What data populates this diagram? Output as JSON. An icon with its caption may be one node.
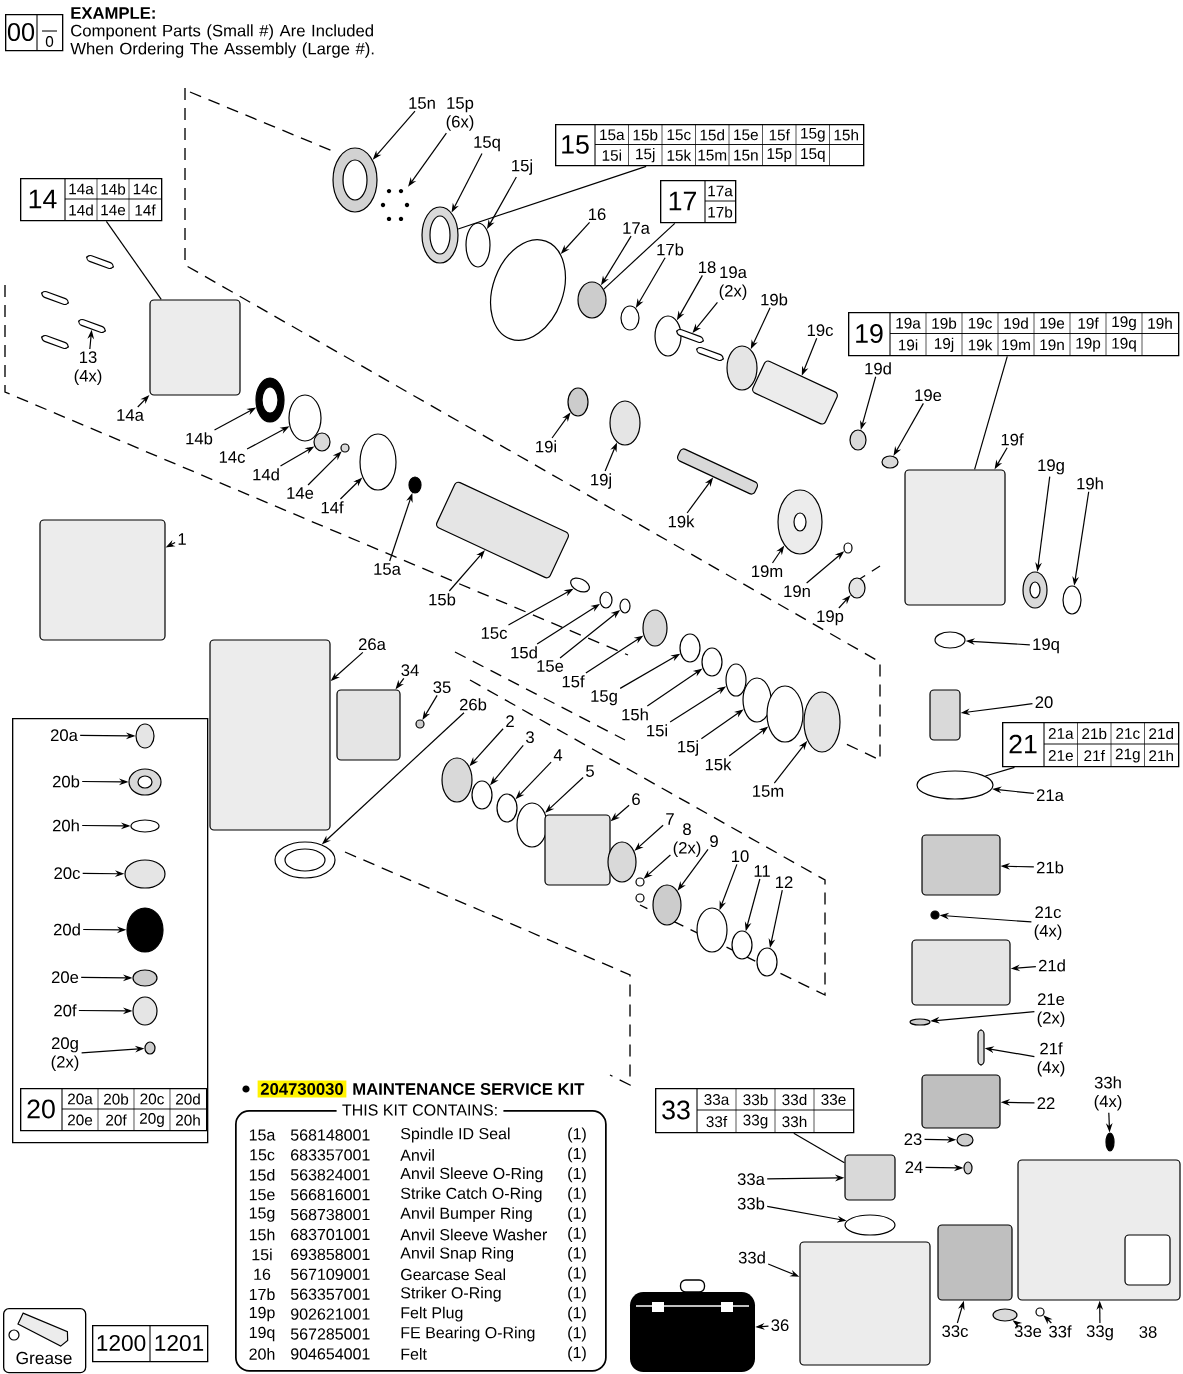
{
  "diagram": {
    "nodes": [
      {
        "text": [
          "00",
          "0"
        ]
      },
      {
        "text": [
          "15",
          "15a",
          "15b",
          "15c",
          "15d",
          "15e",
          "15f",
          "15g",
          "15h",
          "15i",
          "15j",
          "15k",
          "15m",
          "15n",
          "15p",
          "15q"
        ]
      },
      {
        "text": [
          "14",
          "14a",
          "14b",
          "14c",
          "14d",
          "14e",
          "14f"
        ]
      },
      {
        "text": [
          "17",
          "17a",
          "17b"
        ]
      },
      {
        "text": [
          "19",
          "19a",
          "19b",
          "19c",
          "19d",
          "19e",
          "19f",
          "19g",
          "19h",
          "19i",
          "19j",
          "19k",
          "19m",
          "19n",
          "19p",
          "19q"
        ]
      },
      {
        "text": [
          "15n"
        ]
      },
      {
        "text": [
          "15p",
          "(6x)"
        ]
      },
      {
        "text": [
          "15q"
        ]
      },
      {
        "text": [
          "15j"
        ]
      },
      {
        "text": [
          "16"
        ]
      },
      {
        "text": [
          "17a"
        ]
      },
      {
        "text": [
          "17b"
        ]
      },
      {
        "text": [
          "18"
        ]
      },
      {
        "text": [
          "19a",
          "(2x)"
        ]
      },
      {
        "text": [
          "19b"
        ]
      },
      {
        "text": [
          "19c"
        ]
      },
      {
        "text": [
          "19d"
        ]
      },
      {
        "text": [
          "19e"
        ]
      },
      {
        "text": [
          "19f"
        ]
      },
      {
        "text": [
          "19g"
        ]
      },
      {
        "text": [
          "19h"
        ]
      },
      {
        "text": [
          "13",
          "(4x)"
        ]
      },
      {
        "text": [
          "14a"
        ]
      },
      {
        "text": [
          "14b"
        ]
      },
      {
        "text": [
          "14c"
        ]
      },
      {
        "text": [
          "14d"
        ]
      },
      {
        "text": [
          "14e"
        ]
      },
      {
        "text": [
          "14f"
        ]
      },
      {
        "text": [
          "19i"
        ]
      },
      {
        "text": [
          "19j"
        ]
      },
      {
        "text": [
          "19k"
        ]
      },
      {
        "text": [
          "19m"
        ]
      },
      {
        "text": [
          "19n"
        ]
      },
      {
        "text": [
          "19p"
        ]
      },
      {
        "text": [
          "19q"
        ]
      },
      {
        "text": [
          "1"
        ]
      },
      {
        "text": [
          "15a"
        ]
      },
      {
        "text": [
          "15b"
        ]
      },
      {
        "text": [
          "15c"
        ]
      },
      {
        "text": [
          "15d"
        ]
      },
      {
        "text": [
          "15e"
        ]
      },
      {
        "text": [
          "15f"
        ]
      },
      {
        "text": [
          "15g"
        ]
      },
      {
        "text": [
          "15h"
        ]
      },
      {
        "text": [
          "15i"
        ]
      },
      {
        "text": [
          "15j"
        ]
      },
      {
        "text": [
          "15k"
        ]
      },
      {
        "text": [
          "15m"
        ]
      },
      {
        "text": [
          "26a"
        ]
      },
      {
        "text": [
          "34"
        ]
      },
      {
        "text": [
          "35"
        ]
      },
      {
        "text": [
          "26b"
        ]
      },
      {
        "text": [
          "2"
        ]
      },
      {
        "text": [
          "3"
        ]
      },
      {
        "text": [
          "4"
        ]
      },
      {
        "text": [
          "5"
        ]
      },
      {
        "text": [
          "6"
        ]
      },
      {
        "text": [
          "7"
        ]
      },
      {
        "text": [
          "8",
          "(2x)"
        ]
      },
      {
        "text": [
          "9"
        ]
      },
      {
        "text": [
          "10"
        ]
      },
      {
        "text": [
          "11"
        ]
      },
      {
        "text": [
          "12"
        ]
      },
      {
        "text": [
          "20"
        ]
      },
      {
        "text": [
          "21",
          "21a",
          "21b",
          "21c",
          "21d",
          "21e",
          "21f",
          "21g",
          "21h"
        ]
      },
      {
        "text": [
          "21a"
        ]
      },
      {
        "text": [
          "21b"
        ]
      },
      {
        "text": [
          "21c",
          "(4x)"
        ]
      },
      {
        "text": [
          "21d"
        ]
      },
      {
        "text": [
          "21e",
          "(2x)"
        ]
      },
      {
        "text": [
          "21f",
          "(4x)"
        ]
      },
      {
        "text": [
          "22"
        ]
      },
      {
        "text": [],
        "shape": "box"
      },
      {
        "text": [
          "20a"
        ],
        "in": 72
      },
      {
        "text": [
          "20b"
        ],
        "in": 72
      },
      {
        "text": [
          "20h"
        ],
        "in": 72
      },
      {
        "text": [
          "20c"
        ],
        "in": 72
      },
      {
        "text": [
          "20d"
        ],
        "in": 72
      },
      {
        "text": [
          "20e"
        ],
        "in": 72
      },
      {
        "text": [
          "20f"
        ],
        "in": 72
      },
      {
        "text": [
          "20g",
          "(2x)"
        ],
        "in": 72
      },
      {
        "text": [
          "20",
          "20a",
          "20b",
          "20c",
          "20d",
          "20e",
          "20f",
          "20g",
          "20h"
        ],
        "in": 72
      },
      {
        "text": [
          "204730030",
          "MAINTENANCE SERVICE KIT",
          "THIS KIT CONTAINS:"
        ]
      },
      {
        "text": [
          "33",
          "33a",
          "33b",
          "33d",
          "33e",
          "33f",
          "33g",
          "33h"
        ]
      },
      {
        "text": [
          "33h",
          "(4x)"
        ]
      },
      {
        "text": [
          "23"
        ]
      },
      {
        "text": [
          "24"
        ]
      },
      {
        "text": [
          "33a"
        ]
      },
      {
        "text": [
          "33b"
        ]
      },
      {
        "text": [
          "33d"
        ]
      },
      {
        "text": [
          "Grease"
        ]
      },
      {
        "text": [
          "1200",
          "1201"
        ]
      },
      {
        "text": [
          "36"
        ]
      },
      {
        "text": [
          "33c"
        ]
      },
      {
        "text": [
          "33e"
        ]
      },
      {
        "text": [
          "33f"
        ]
      },
      {
        "text": [
          "33g"
        ]
      },
      {
        "text": [],
        "shape": "circle"
      },
      {
        "text": [],
        "shape": "picture"
      },
      {
        "text": [],
        "shape": "circle"
      },
      {
        "text": [],
        "shape": "circle"
      },
      {
        "text": [],
        "shape": "circle"
      },
      {
        "text": [],
        "shape": "circle"
      },
      {
        "text": [],
        "shape": "circle"
      },
      {
        "text": [],
        "shape": "circle"
      },
      {
        "text": [],
        "shape": "box"
      },
      {
        "text": [],
        "shape": "box"
      },
      {
        "text": [],
        "shape": "circle"
      },
      {
        "text": [],
        "shape": "box"
      },
      {
        "text": [],
        "shape": "circle"
      },
      {
        "text": [],
        "shape": "circle"
      },
      {
        "text": [],
        "shape": "box"
      },
      {
        "text": [],
        "shape": "circle"
      },
      {
        "text": [],
        "shape": "circle"
      },
      {
        "text": [],
        "shape": "box"
      },
      {
        "text": [],
        "shape": "box"
      },
      {
        "text": [],
        "shape": "box"
      },
      {
        "text": [],
        "shape": "box"
      },
      {
        "text": [],
        "shape": "box"
      },
      {
        "text": [],
        "shape": "circle"
      },
      {
        "text": [],
        "shape": "circle"
      },
      {
        "text": [],
        "shape": "circle"
      },
      {
        "text": [],
        "shape": "circle"
      },
      {
        "text": [],
        "shape": "circle"
      },
      {
        "text": [],
        "shape": "circle"
      },
      {
        "text": [],
        "shape": "circle"
      },
      {
        "text": [],
        "shape": "box"
      },
      {
        "text": [],
        "shape": "circle"
      },
      {
        "text": [],
        "shape": "circle"
      },
      {
        "text": [],
        "shape": "circle"
      },
      {
        "text": [],
        "shape": "circle"
      },
      {
        "text": [],
        "shape": "box"
      },
      {
        "text": [],
        "shape": "circle"
      },
      {
        "text": [],
        "shape": "box"
      },
      {
        "text": [],
        "shape": "circle"
      },
      {
        "text": [],
        "shape": "circle"
      },
      {
        "text": [],
        "shape": "circle"
      },
      {
        "text": [],
        "shape": "circle"
      },
      {
        "text": [],
        "shape": "circle"
      },
      {
        "text": [],
        "shape": "circle"
      },
      {
        "text": [],
        "shape": "circle"
      },
      {
        "text": [],
        "shape": "circle"
      },
      {
        "text": [],
        "shape": "circle"
      },
      {
        "text": [],
        "shape": "circle"
      },
      {
        "text": [],
        "shape": "box"
      },
      {
        "text": [],
        "shape": "box"
      },
      {
        "text": [],
        "shape": "circle"
      },
      {
        "text": [],
        "shape": "circle"
      },
      {
        "text": [],
        "shape": "circle"
      },
      {
        "text": [],
        "shape": "circle"
      },
      {
        "text": [],
        "shape": "circle"
      },
      {
        "text": [],
        "shape": "circle"
      },
      {
        "text": [],
        "shape": "box"
      },
      {
        "text": [],
        "shape": "circle"
      },
      {
        "text": [],
        "shape": "circle"
      },
      {
        "text": [],
        "shape": "circle"
      },
      {
        "text": [],
        "shape": "circle"
      },
      {
        "text": [],
        "shape": "circle"
      },
      {
        "text": [],
        "shape": "circle"
      },
      {
        "text": [],
        "shape": "circle"
      },
      {
        "text": [],
        "shape": "box"
      },
      {
        "text": [],
        "shape": "circle"
      },
      {
        "text": [],
        "shape": "box"
      },
      {
        "text": [],
        "shape": "circle"
      },
      {
        "text": [],
        "shape": "box"
      },
      {
        "text": [],
        "shape": "circle"
      },
      {
        "text": [],
        "shape": "box"
      },
      {
        "text": [],
        "shape": "box"
      },
      {
        "text": [],
        "shape": "circle",
        "in": 72
      },
      {
        "text": [],
        "shape": "circle",
        "in": 72
      },
      {
        "text": [],
        "shape": "circle",
        "in": 72
      },
      {
        "text": [],
        "shape": "circle",
        "in": 72
      },
      {
        "text": [],
        "shape": "circle",
        "in": 72
      },
      {
        "text": [],
        "shape": "circle",
        "in": 72
      },
      {
        "text": [],
        "shape": "circle",
        "in": 72
      },
      {
        "text": [],
        "shape": "circle",
        "in": 72
      },
      {
        "text": [],
        "shape": "circle"
      },
      {
        "text": [],
        "shape": "circle"
      },
      {
        "text": [],
        "shape": "circle"
      },
      {
        "text": [],
        "shape": "box"
      },
      {
        "text": [],
        "shape": "circle"
      },
      {
        "text": [],
        "shape": "box"
      },
      {
        "text": [],
        "shape": "picture"
      },
      {
        "text": [],
        "shape": "box"
      },
      {
        "text": [],
        "shape": "circle"
      },
      {
        "text": [],
        "shape": "circle"
      },
      {
        "text": [],
        "shape": "box"
      },
      {
        "text": [],
        "shape": "box",
        "in": 186
      }
    ],
    "edges": [
      {
        "from": 1,
        "to": 99,
        "arrow": "none"
      },
      {
        "from": 2,
        "to": 118,
        "arrow": "none"
      },
      {
        "from": 3,
        "to": 102,
        "arrow": "none"
      },
      {
        "from": 4,
        "to": 111,
        "arrow": "none"
      },
      {
        "from": 5,
        "to": 97,
        "arrow": "to"
      },
      {
        "from": 6,
        "to": 98,
        "arrow": "to"
      },
      {
        "from": 7,
        "to": 99,
        "arrow": "to"
      },
      {
        "from": 8,
        "to": 100,
        "arrow": "to"
      },
      {
        "from": 9,
        "to": 101,
        "arrow": "to"
      },
      {
        "from": 10,
        "to": 102,
        "arrow": "to"
      },
      {
        "from": 11,
        "to": 103,
        "arrow": "to"
      },
      {
        "from": 12,
        "to": 104,
        "arrow": "to"
      },
      {
        "from": 13,
        "to": 105,
        "arrow": "to"
      },
      {
        "from": 14,
        "to": 107,
        "arrow": "to"
      },
      {
        "from": 15,
        "to": 108,
        "arrow": "to"
      },
      {
        "from": 16,
        "to": 109,
        "arrow": "to"
      },
      {
        "from": 17,
        "to": 110,
        "arrow": "to"
      },
      {
        "from": 18,
        "to": 111,
        "arrow": "to"
      },
      {
        "from": 19,
        "to": 112,
        "arrow": "to"
      },
      {
        "from": 20,
        "to": 113,
        "arrow": "to"
      },
      {
        "from": 21,
        "to": 116,
        "arrow": "to"
      },
      {
        "from": 22,
        "to": 118,
        "arrow": "to"
      },
      {
        "from": 23,
        "to": 119,
        "arrow": "to"
      },
      {
        "from": 24,
        "to": 120,
        "arrow": "to"
      },
      {
        "from": 25,
        "to": 121,
        "arrow": "to"
      },
      {
        "from": 26,
        "to": 122,
        "arrow": "to"
      },
      {
        "from": 27,
        "to": 123,
        "arrow": "to"
      },
      {
        "from": 28,
        "to": 124,
        "arrow": "to"
      },
      {
        "from": 29,
        "to": 125,
        "arrow": "to"
      },
      {
        "from": 30,
        "to": 126,
        "arrow": "to"
      },
      {
        "from": 31,
        "to": 127,
        "arrow": "to"
      },
      {
        "from": 32,
        "to": 128,
        "arrow": "to"
      },
      {
        "from": 33,
        "to": 129,
        "arrow": "to"
      },
      {
        "from": 34,
        "to": 130,
        "arrow": "to"
      },
      {
        "from": 35,
        "to": 131,
        "arrow": "to"
      },
      {
        "from": 36,
        "to": 132,
        "arrow": "to"
      },
      {
        "from": 37,
        "to": 133,
        "arrow": "to"
      },
      {
        "from": 38,
        "to": 134,
        "arrow": "to"
      },
      {
        "from": 39,
        "to": 135,
        "arrow": "to"
      },
      {
        "from": 40,
        "to": 136,
        "arrow": "to"
      },
      {
        "from": 41,
        "to": 137,
        "arrow": "to"
      },
      {
        "from": 42,
        "to": 138,
        "arrow": "to"
      },
      {
        "from": 43,
        "to": 139,
        "arrow": "to"
      },
      {
        "from": 44,
        "to": 140,
        "arrow": "to"
      },
      {
        "from": 45,
        "to": 141,
        "arrow": "to"
      },
      {
        "from": 46,
        "to": 142,
        "arrow": "to"
      },
      {
        "from": 47,
        "to": 143,
        "arrow": "to"
      },
      {
        "from": 48,
        "to": 144,
        "arrow": "to"
      },
      {
        "from": 49,
        "to": 145,
        "arrow": "to"
      },
      {
        "from": 50,
        "to": 146,
        "arrow": "to"
      },
      {
        "from": 51,
        "to": 147,
        "arrow": "to"
      },
      {
        "from": 52,
        "to": 148,
        "arrow": "to"
      },
      {
        "from": 53,
        "to": 149,
        "arrow": "to"
      },
      {
        "from": 54,
        "to": 150,
        "arrow": "to"
      },
      {
        "from": 55,
        "to": 151,
        "arrow": "to"
      },
      {
        "from": 56,
        "to": 152,
        "arrow": "to"
      },
      {
        "from": 57,
        "to": 153,
        "arrow": "to"
      },
      {
        "from": 58,
        "to": 154,
        "arrow": "to"
      },
      {
        "from": 59,
        "to": 156,
        "arrow": "to"
      },
      {
        "from": 60,
        "to": 157,
        "arrow": "to"
      },
      {
        "from": 61,
        "to": 158,
        "arrow": "to"
      },
      {
        "from": 62,
        "to": 159,
        "arrow": "to"
      },
      {
        "from": 63,
        "to": 160,
        "arrow": "to"
      },
      {
        "from": 64,
        "to": 161,
        "arrow": "none"
      },
      {
        "from": 65,
        "to": 161,
        "arrow": "to"
      },
      {
        "from": 66,
        "to": 162,
        "arrow": "to"
      },
      {
        "from": 67,
        "to": 163,
        "arrow": "to"
      },
      {
        "from": 68,
        "to": 164,
        "arrow": "to"
      },
      {
        "from": 69,
        "to": 165,
        "arrow": "to"
      },
      {
        "from": 70,
        "to": 166,
        "arrow": "to"
      },
      {
        "from": 71,
        "to": 167,
        "arrow": "to"
      },
      {
        "from": 73,
        "to": 168,
        "arrow": "to"
      },
      {
        "from": 74,
        "to": 169,
        "arrow": "to"
      },
      {
        "from": 75,
        "to": 170,
        "arrow": "to"
      },
      {
        "from": 76,
        "to": 171,
        "arrow": "to"
      },
      {
        "from": 77,
        "to": 172,
        "arrow": "to"
      },
      {
        "from": 78,
        "to": 173,
        "arrow": "to"
      },
      {
        "from": 79,
        "to": 174,
        "arrow": "to"
      },
      {
        "from": 80,
        "to": 175,
        "arrow": "to"
      },
      {
        "from": 83,
        "to": 179,
        "arrow": "none"
      },
      {
        "from": 84,
        "to": 176,
        "arrow": "to"
      },
      {
        "from": 85,
        "to": 177,
        "arrow": "to"
      },
      {
        "from": 86,
        "to": 178,
        "arrow": "to"
      },
      {
        "from": 87,
        "to": 179,
        "arrow": "to"
      },
      {
        "from": 88,
        "to": 180,
        "arrow": "to"
      },
      {
        "from": 89,
        "to": 181,
        "arrow": "to"
      },
      {
        "from": 92,
        "to": 182,
        "arrow": "to"
      },
      {
        "from": 93,
        "to": 183,
        "arrow": "to"
      },
      {
        "from": 94,
        "to": 184,
        "arrow": "to"
      },
      {
        "from": 95,
        "to": 185,
        "arrow": "to"
      },
      {
        "from": 96,
        "to": 186,
        "arrow": "to"
      }
    ],
    "labels": [
      "EXAMPLE:",
      "Component Parts (Small #) Are Included When Ordering The Assembly (Large #).",
      "15a",
      "568148001",
      "Spindle ID Seal",
      "(1)",
      "15c",
      "683357001",
      "Anvil",
      "(1)",
      "15d",
      "563824001",
      "Anvil Sleeve O-Ring",
      "(1)",
      "15e",
      "566816001",
      "Strike Catch O-Ring",
      "(1)",
      "15g",
      "568738001",
      "Anvil Bumper Ring",
      "(1)",
      "15h",
      "683701001",
      "Anvil Sleeve Washer",
      "(1)",
      "15i",
      "693858001",
      "Anvil Snap Ring",
      "(1)",
      "16",
      "567109001",
      "Gearcase Seal",
      "(1)",
      "17b",
      "563357001",
      "Striker O-Ring",
      "(1)",
      "19p",
      "902621001",
      "Felt Plug",
      "(1)",
      "19q",
      "567285001",
      "FE Bearing O-Ring",
      "(1)",
      "20h",
      "904654001",
      "Felt",
      "(1)",
      "38"
    ]
  }
}
